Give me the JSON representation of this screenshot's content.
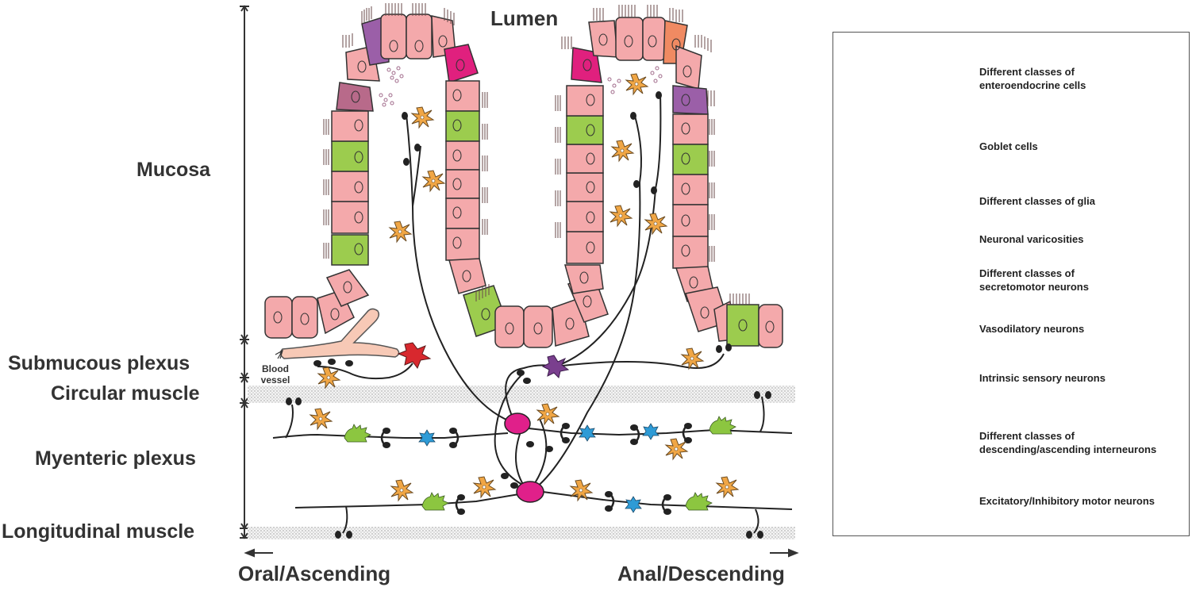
{
  "title": "Lumen",
  "layers": {
    "mucosa": "Mucosa",
    "submucous": "Submucous plexus",
    "circular": "Circular muscle",
    "myenteric": "Myenteric plexus",
    "longitudinal": "Longitudinal muscle"
  },
  "blood_vessel": {
    "line1": "Blood",
    "line2": "vessel"
  },
  "directions": {
    "oral": "Oral/Ascending",
    "anal": "Anal/Descending"
  },
  "legend": {
    "enteroendocrine_1": "Different classes of",
    "enteroendocrine_2": "enteroendocrine cells",
    "goblet": "Goblet cells",
    "glia": "Different classes of glia",
    "varicosities": "Neuronal varicosities",
    "secretomotor_1": "Different classes of",
    "secretomotor_2": "secretomotor neurons",
    "vasodilatory": "Vasodilatory neurons",
    "sensory": "Intrinsic sensory neurons",
    "interneurons_1": "Different classes of",
    "interneurons_2": "descending/ascending interneurons",
    "motor": "Excitatory/Inhibitory motor neurons"
  },
  "colors": {
    "epithelium": "#f4a9ab",
    "goblet": "#9ccc4e",
    "ee_magenta": "#e0207e",
    "ee_purple": "#9b5fa8",
    "ee_orange": "#f08a62",
    "ee_mauve": "#b86a8a",
    "glia": "#f0a645",
    "secretomotor": "#7a3f8e",
    "vasodilatory": "#d8282e",
    "sensory": "#e0208a",
    "interneuron": "#2e9bd6",
    "motor": "#8cc640",
    "vessel": "#f7c9b6",
    "muscle_hatch": "#bbbbbb"
  }
}
